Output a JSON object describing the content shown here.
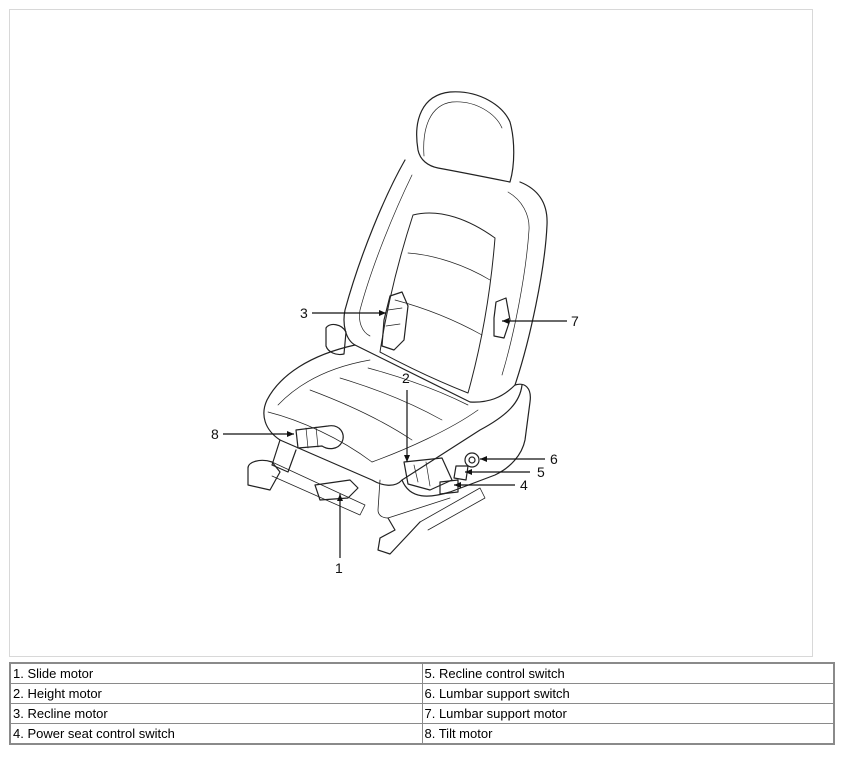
{
  "callouts": {
    "c1": "1",
    "c2": "2",
    "c3": "3",
    "c4": "4",
    "c5": "5",
    "c6": "6",
    "c7": "7",
    "c8": "8"
  },
  "legend": {
    "left": [
      "1. Slide motor",
      "2. Height motor",
      "3. Recline motor",
      "4. Power seat control switch"
    ],
    "right": [
      "5. Recline control switch",
      "6. Lumbar support switch",
      "7. Lumbar support motor",
      "8. Tilt motor"
    ]
  },
  "colors": {
    "line": "#222222",
    "border": "#8a8a8a"
  }
}
